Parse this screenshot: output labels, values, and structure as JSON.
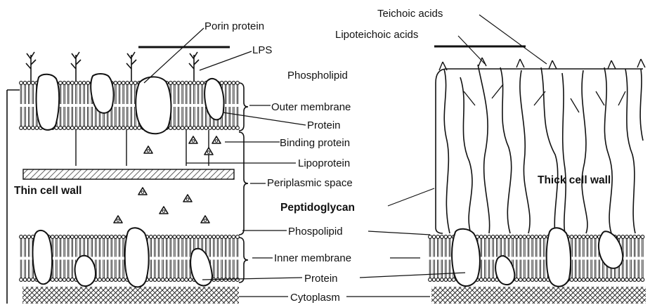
{
  "colors": {
    "ink": "#111111",
    "paper": "#ffffff",
    "hatch": "#222222"
  },
  "labels": {
    "porin_protein": "Porin protein",
    "lps": "LPS",
    "phospholipid": "Phospholipid",
    "outer_membrane": "Outer membrane",
    "protein_outer": "Protein",
    "binding_protein": "Binding protein",
    "lipoprotein": "Lipoprotein",
    "periplasmic_space": "Periplasmic space",
    "peptidoglycan": "Peptidoglycan",
    "phospolipid_inner": "Phospolipid",
    "inner_membrane": "Inner membrane",
    "protein_inner": "Protein",
    "cytoplasm": "Cytoplasm",
    "teichoic_acids": "Teichoic acids",
    "lipoteichoic_acids": "Lipoteichoic acids",
    "thin_cell_wall": "Thin cell wall",
    "thick_cell_wall": "Thick cell wall"
  },
  "icons": [
    "lps-icon",
    "porin-protein-icon",
    "binding-protein-icon",
    "membrane-protein-icon",
    "teichoic-acid-icon"
  ]
}
